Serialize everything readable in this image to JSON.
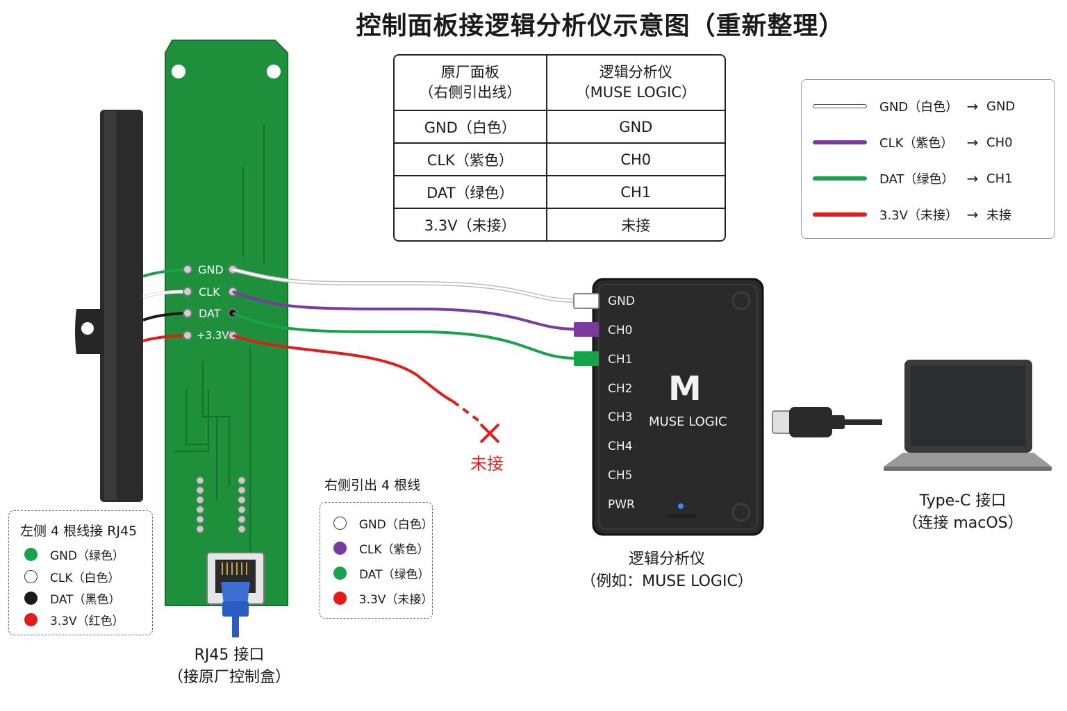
{
  "title": "控制面板接逻辑分析仪示意图（重新整理）",
  "table": {
    "header": [
      {
        "line1": "原厂面板",
        "line2": "（右侧引出线）"
      },
      {
        "line1": "逻辑分析仪",
        "line2": "（MUSE LOGIC）"
      }
    ],
    "rows": [
      [
        "GND（白色）",
        "GND"
      ],
      [
        "CLK（紫色）",
        "CH0"
      ],
      [
        "DAT（绿色）",
        "CH1"
      ],
      [
        "3.3V（未接）",
        "未接"
      ]
    ]
  },
  "legend": [
    {
      "from": "GND（白色）",
      "arrow": "→",
      "to": "GND",
      "color": "#ffffff"
    },
    {
      "from": "CLK（紫色）",
      "arrow": "→",
      "to": "CH0",
      "color": "#7a3aa0"
    },
    {
      "from": "DAT（绿色）",
      "arrow": "→",
      "to": "CH1",
      "color": "#16a34a"
    },
    {
      "from": "3.3V（未接）",
      "arrow": "→",
      "to": "未接",
      "color": "#e31b1b"
    }
  ],
  "pcb_pins": [
    "GND",
    "CLK",
    "DAT",
    "+3.3V"
  ],
  "left_box": {
    "title": "左侧 4 根线接 RJ45",
    "items": [
      {
        "label": "GND（绿色）",
        "color": "#16a34a"
      },
      {
        "label": "CLK（白色）",
        "color": "#ffffff"
      },
      {
        "label": "DAT（黑色）",
        "color": "#1a1a1a"
      },
      {
        "label": "3.3V（红色）",
        "color": "#e31b1b"
      }
    ]
  },
  "right_box": {
    "title": "右侧引出 4 根线",
    "items": [
      {
        "label": "GND（白色）",
        "color": "#ffffff"
      },
      {
        "label": "CLK（紫色）",
        "color": "#7a3aa0"
      },
      {
        "label": "DAT（绿色）",
        "color": "#16a34a"
      },
      {
        "label": "3.3V（未接）",
        "color": "#e31b1b"
      }
    ]
  },
  "not_connected": "未接",
  "analyzer": {
    "pins": [
      "GND",
      "CH0",
      "CH1",
      "CH2",
      "CH3",
      "CH4",
      "CH5",
      "PWR"
    ],
    "logo_letter": "M",
    "brand": "MUSE LOGIC",
    "caption1": "逻辑分析仪",
    "caption2": "（例如：MUSE LOGIC）"
  },
  "rj45": {
    "caption1": "RJ45 接口",
    "caption2": "（接原厂控制盒）"
  },
  "laptop": {
    "caption1": "Type-C 接口",
    "caption2": "（连接 macOS）"
  },
  "colors": {
    "pcb": "#1e8f3a",
    "pcb_dark": "#16702c",
    "analyzer_body": "#2a2a2a",
    "gnd_wire": "#ffffff",
    "clk_wire": "#7a3aa0",
    "dat_wire": "#16a34a",
    "v33_wire": "#e31b1b"
  }
}
